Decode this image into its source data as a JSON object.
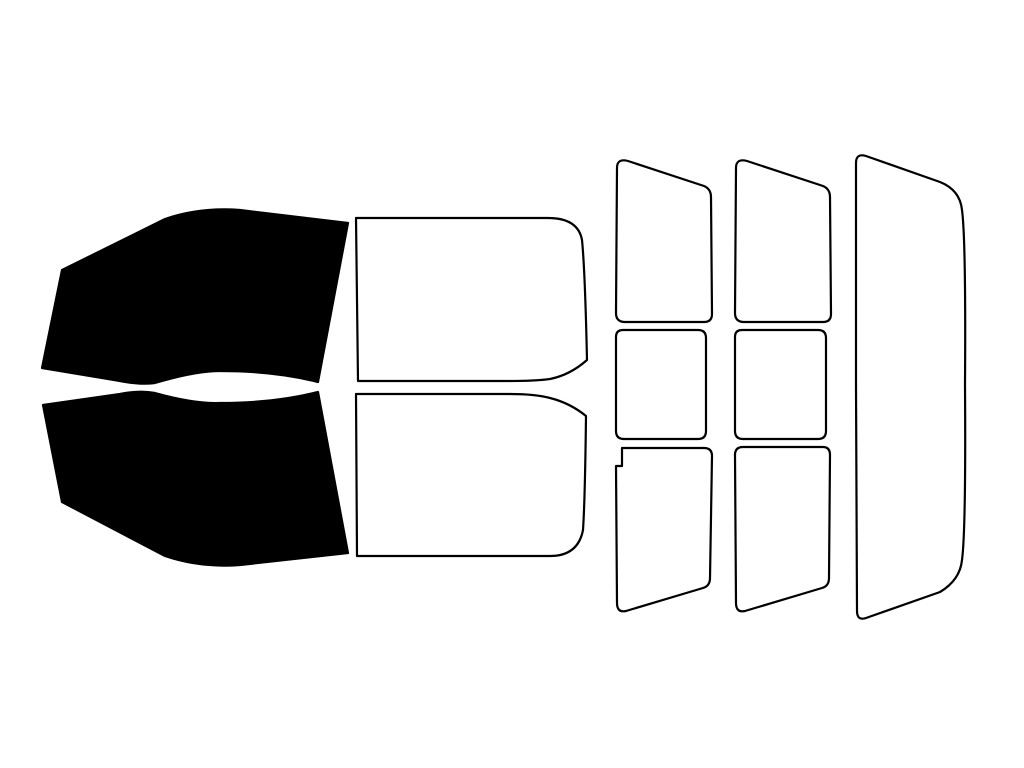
{
  "colors": {
    "background": "#ffffff",
    "outline": "#000000",
    "tinted_fill": "#000000",
    "untinted_fill": "#ffffff"
  },
  "panes": [
    {
      "id": "front-door-window-top",
      "tinted": true
    },
    {
      "id": "front-door-window-bottom",
      "tinted": true
    },
    {
      "id": "rear-door-window-top",
      "tinted": false
    },
    {
      "id": "rear-door-window-bottom",
      "tinted": false
    },
    {
      "id": "side-window-upper-left",
      "tinted": false
    },
    {
      "id": "side-window-middle-left",
      "tinted": false
    },
    {
      "id": "side-window-lower-left",
      "tinted": false
    },
    {
      "id": "side-window-upper-right",
      "tinted": false
    },
    {
      "id": "side-window-middle-right",
      "tinted": false
    },
    {
      "id": "side-window-lower-right",
      "tinted": false
    },
    {
      "id": "back-window",
      "tinted": false
    }
  ]
}
